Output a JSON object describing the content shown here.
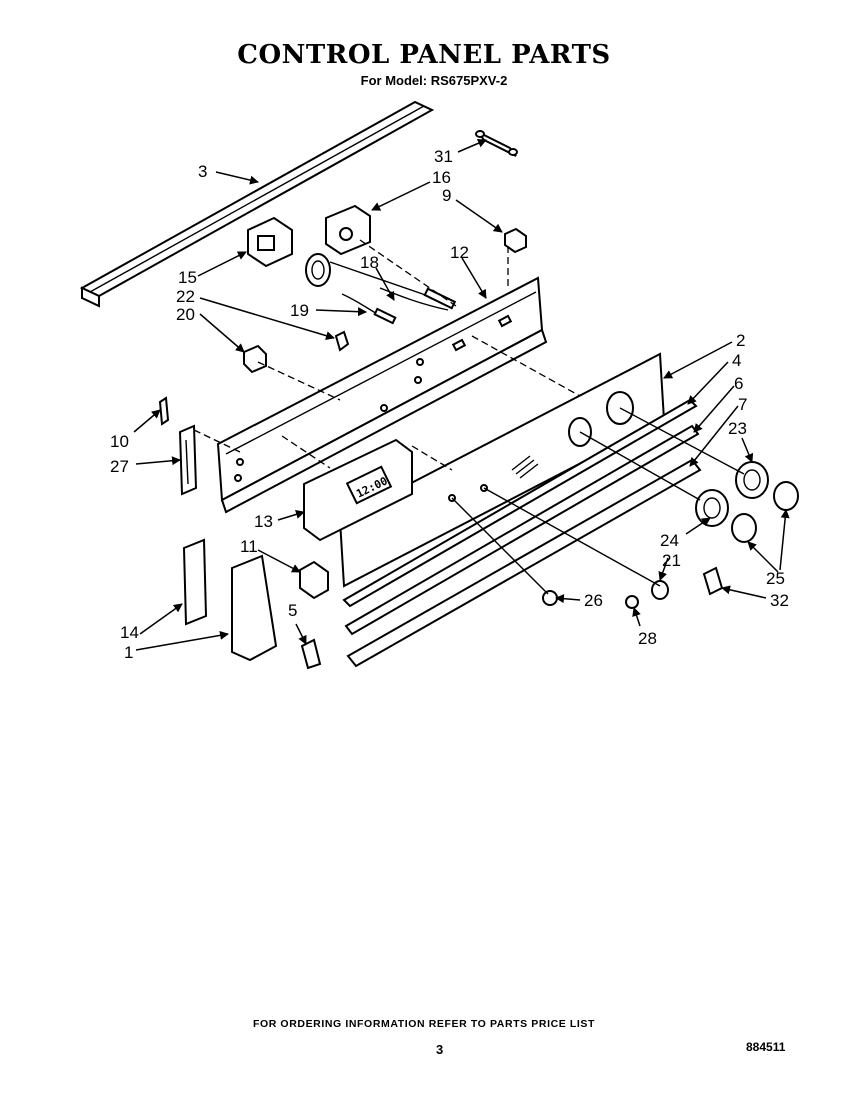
{
  "header": {
    "title": "CONTROL PANEL PARTS",
    "subtitle": "For Model: RS675PXV-2"
  },
  "diagram": {
    "clock_display": "12:00",
    "callouts": [
      "1",
      "2",
      "3",
      "4",
      "5",
      "6",
      "7",
      "9",
      "10",
      "11",
      "12",
      "13",
      "14",
      "15",
      "16",
      "18",
      "19",
      "20",
      "21",
      "22",
      "23",
      "24",
      "25",
      "26",
      "27",
      "28",
      "31",
      "32"
    ]
  },
  "footer": {
    "note": "FOR ORDERING INFORMATION REFER TO PARTS PRICE LIST",
    "page_number": "3",
    "doc_number": "884511"
  }
}
